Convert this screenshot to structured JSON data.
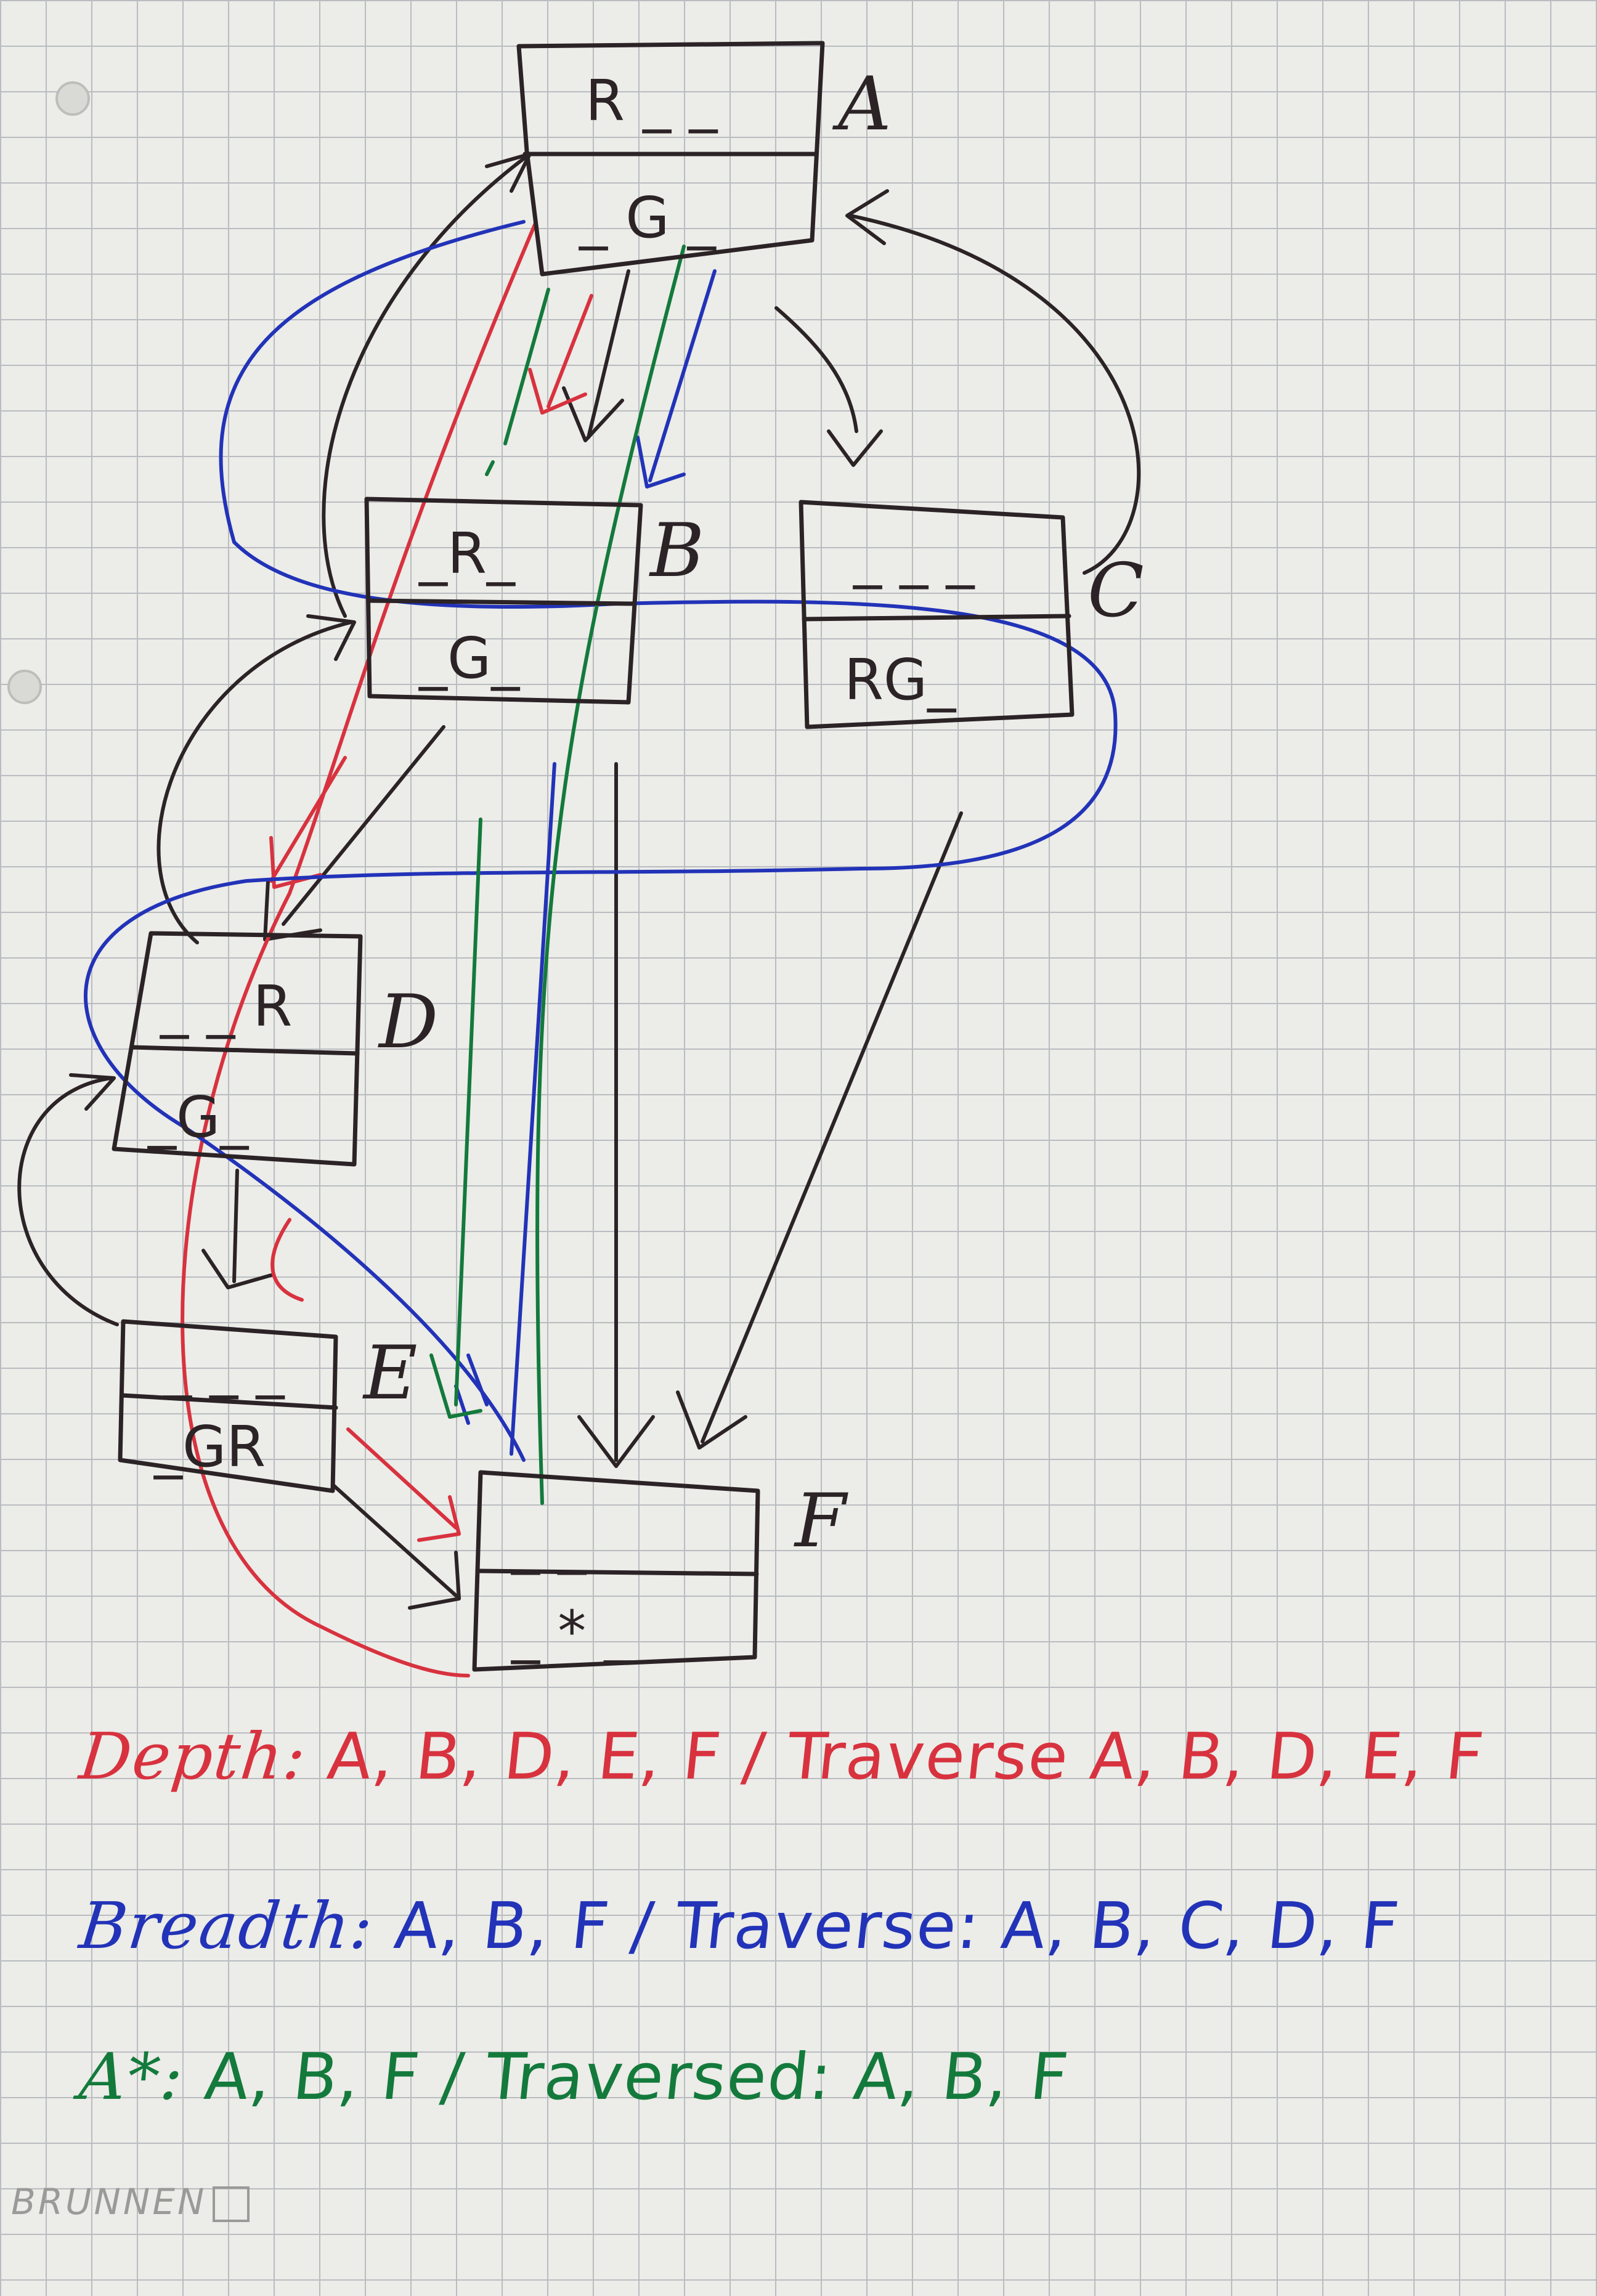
{
  "colors": {
    "ink": "#2b2326",
    "red": "#d8323f",
    "blue": "#2233b8",
    "green": "#137a3c",
    "paper": "#ecece8"
  },
  "nodes": [
    {
      "id": "A",
      "label": "A",
      "top_cells": "R _ _",
      "bottom_cells": "_ G _"
    },
    {
      "id": "B",
      "label": "B",
      "top_cells": "_R_",
      "bottom_cells": "_G_"
    },
    {
      "id": "C",
      "label": "C",
      "top_cells": "_ _ _",
      "bottom_cells": "RG_"
    },
    {
      "id": "D",
      "label": "D",
      "top_cells": "_ _ R",
      "bottom_cells": "_G_"
    },
    {
      "id": "E",
      "label": "E",
      "top_cells": "_ _ _",
      "bottom_cells": "_GR"
    },
    {
      "id": "F",
      "label": "F",
      "top_cells": "_ _",
      "bottom_cells": "_ * _"
    }
  ],
  "edges": [
    {
      "from": "A",
      "to": "B",
      "color": "black"
    },
    {
      "from": "A",
      "to": "C",
      "color": "black"
    },
    {
      "from": "B",
      "to": "A",
      "color": "black"
    },
    {
      "from": "C",
      "to": "A",
      "color": "black"
    },
    {
      "from": "B",
      "to": "D",
      "color": "black"
    },
    {
      "from": "B",
      "to": "F",
      "color": "black"
    },
    {
      "from": "C",
      "to": "F",
      "color": "black"
    },
    {
      "from": "D",
      "to": "B",
      "color": "black"
    },
    {
      "from": "D",
      "to": "E",
      "color": "black"
    },
    {
      "from": "E",
      "to": "D",
      "color": "black"
    },
    {
      "from": "E",
      "to": "F",
      "color": "black"
    }
  ],
  "search_paths": [
    {
      "algorithm": "Depth",
      "color": "red",
      "path": [
        "A",
        "B",
        "D",
        "E",
        "F"
      ]
    },
    {
      "algorithm": "Breadth",
      "color": "blue",
      "path": [
        "A",
        "B",
        "C",
        "D",
        "F"
      ]
    },
    {
      "algorithm": "A*",
      "color": "green",
      "path": [
        "A",
        "B",
        "F"
      ]
    }
  ],
  "legend": {
    "depth": {
      "label": "Depth:",
      "result": "A, B, D, E, F",
      "traverse_label": "/ Traverse",
      "traverse": "A, B, D, E, F"
    },
    "breadth": {
      "label": "Breadth:",
      "result": "A, B, F",
      "traverse_label": "/ Traverse:",
      "traverse": "A, B, C, D, F"
    },
    "astar": {
      "label": "A*:",
      "result": "A, B, F",
      "traverse_label": "/ Traversed:",
      "traverse": "A, B, F"
    }
  },
  "paper_brand": "BRUNNEN"
}
